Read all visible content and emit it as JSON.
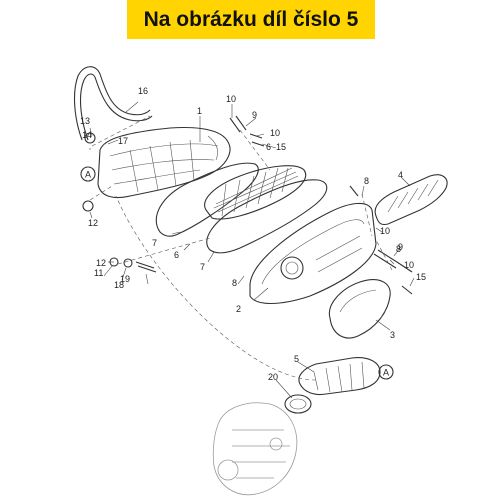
{
  "banner": {
    "text": "Na obrázku díl číslo 5",
    "color": "#ffd400"
  },
  "diagram": {
    "reference_marker": "A",
    "labels": {
      "p1": "1",
      "p2": "2",
      "p3": "3",
      "p4": "4",
      "p5": "5",
      "p6a": "6",
      "p6b": "6",
      "p7a": "7",
      "p7b": "7",
      "p8a": "8",
      "p8b": "8",
      "p8c": "8",
      "p9a": "9",
      "p9b": "9",
      "p10a": "10",
      "p10b": "10",
      "p10c": "10",
      "p10d": "10",
      "p11": "11",
      "p12a": "12",
      "p12b": "12",
      "p13": "13",
      "p14": "14",
      "p15a": "15",
      "p15b": "15",
      "p16": "16",
      "p17": "17",
      "p18": "18",
      "p19": "19",
      "p20": "20"
    }
  }
}
